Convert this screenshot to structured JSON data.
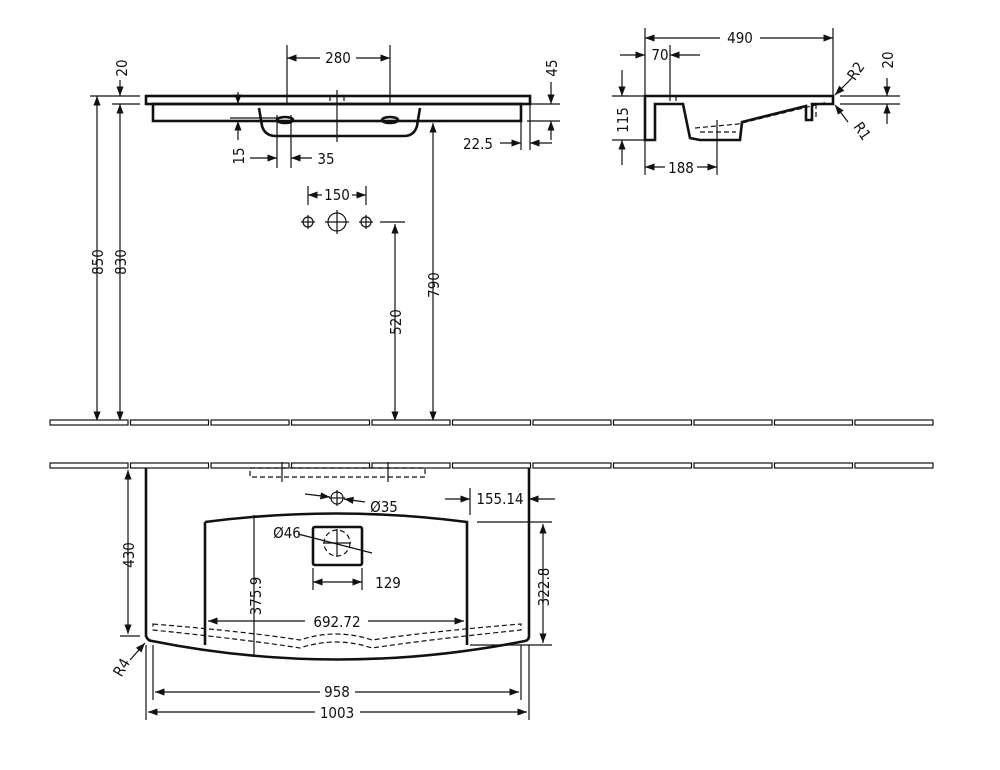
{
  "drawing": {
    "front_view": {
      "dimensions": {
        "tap_spacing": "280",
        "slab_thickness": "20",
        "rear_offset": "45",
        "edge_offset": "22.5",
        "hole_offset": "15",
        "hole_width": "35",
        "connection_spacing": "150",
        "total_height": "850",
        "top_height": "830",
        "underside_height": "790",
        "connection_height": "520"
      }
    },
    "side_view": {
      "dimensions": {
        "depth": "490",
        "rear_to_tap": "70",
        "height": "115",
        "rear_to_drain": "188",
        "front_radius_top": "R2",
        "front_radius_bottom": "R1",
        "slab_thickness": "20"
      }
    },
    "top_view": {
      "dimensions": {
        "tap_hole_diameter": "Ø35",
        "side_margin": "155.14",
        "drain_diameter": "Ø46",
        "drain_box_width": "129",
        "basin_depth": "375.9",
        "basin_width": "692.72",
        "basin_side_depth": "322.8",
        "total_depth": "430",
        "corner_radius": "R4",
        "front_width": "958",
        "total_width": "1003"
      }
    }
  }
}
